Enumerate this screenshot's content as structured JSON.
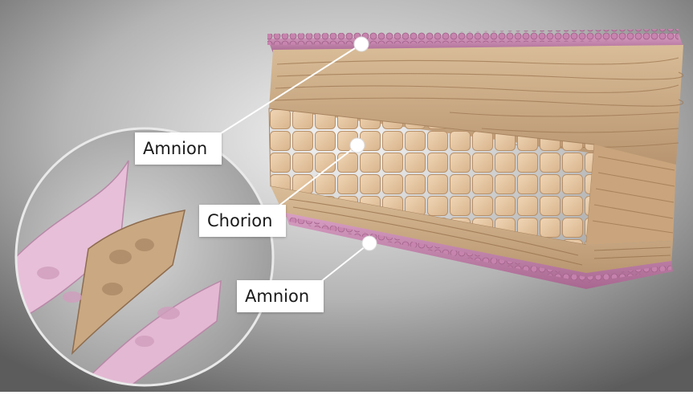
{
  "figure": {
    "background_gradient": [
      "#f2f2f2",
      "#9c9c9c",
      "#5a5a5a"
    ],
    "layers": [
      {
        "name": "amnion",
        "position": "top",
        "color": "#c98bb0"
      },
      {
        "name": "connective-tissue",
        "color": "#c9a882"
      },
      {
        "name": "chorion",
        "color": "#e7c9a6"
      },
      {
        "name": "connective-tissue",
        "color": "#c9a882"
      },
      {
        "name": "amnion",
        "position": "bottom",
        "color": "#c98bb0"
      }
    ]
  },
  "labels": {
    "amnion_top": "Amnion",
    "chorion": "Chorion",
    "amnion_bottom": "Amnion"
  }
}
